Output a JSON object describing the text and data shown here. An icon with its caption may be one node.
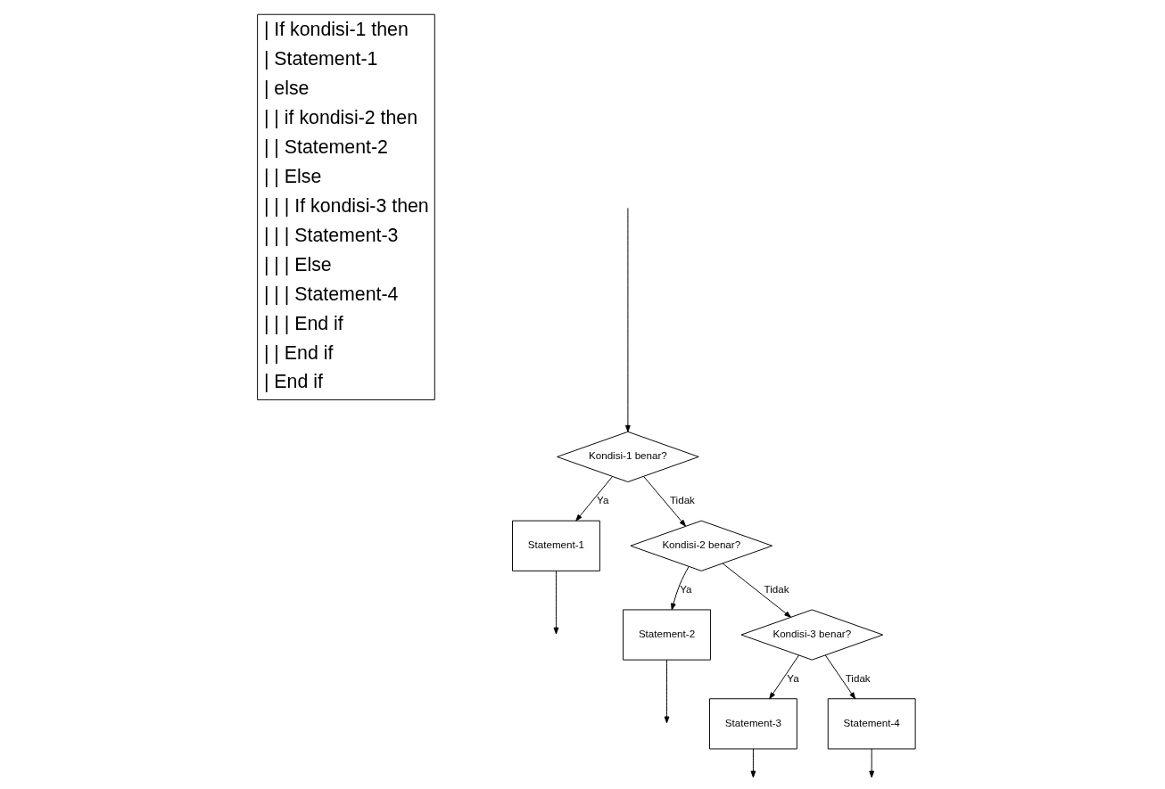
{
  "diagram": {
    "nodes": [
      {
        "text": [
          "Kondisi-1 benar?"
        ]
      },
      {
        "text": [
          "Statement-1"
        ]
      },
      {
        "text": [
          "Kondisi-2 benar?"
        ]
      },
      {
        "text": [
          "Statement-2"
        ]
      },
      {
        "text": [
          "Kondisi-3 benar?"
        ]
      },
      {
        "text": [
          "Statement-3"
        ]
      },
      {
        "text": [
          "Statement-4"
        ]
      }
    ],
    "edges": [
      {
        "from": null,
        "to": 0,
        "arrow": "to"
      },
      {
        "from": 0,
        "to": 1,
        "arrow": "to",
        "label": "Ya"
      },
      {
        "from": 0,
        "to": 2,
        "arrow": "to",
        "label": "Tidak"
      },
      {
        "from": 2,
        "to": 3,
        "arrow": "to",
        "label": "Ya"
      },
      {
        "from": 2,
        "to": 4,
        "arrow": "to",
        "label": "Tidak"
      },
      {
        "from": 4,
        "to": 5,
        "arrow": "to",
        "label": "Ya"
      },
      {
        "from": 4,
        "to": 6,
        "arrow": "to",
        "label": "Tidak"
      },
      {
        "from": 6,
        "to": null,
        "arrow": "to"
      },
      {
        "from": 5,
        "to": null,
        "arrow": "to"
      },
      {
        "from": 3,
        "to": null,
        "arrow": "to"
      },
      {
        "from": 1,
        "to": null,
        "arrow": "to"
      }
    ],
    "labels": [
      "| If kondisi-1 then",
      "| Statement-1",
      "| else",
      "| | if kondisi-2 then",
      "| | Statement-2",
      "| | Else",
      "| | | If kondisi-3 then",
      "| | | Statement-3",
      "| | | Else",
      "| | | Statement-4",
      "| | | End if",
      "| | End if",
      "| End if"
    ]
  }
}
